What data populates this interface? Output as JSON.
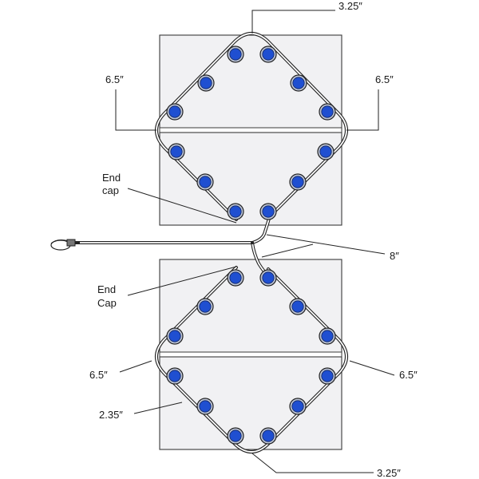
{
  "labels": {
    "top_dim": "3.25″",
    "top_left_dim": "6.5″",
    "top_right_dim": "6.5″",
    "top_end_cap_line1": "End",
    "top_end_cap_line2": "cap",
    "lead_dim": "8″",
    "bottom_end_cap_line1": "End",
    "bottom_end_cap_line2": "Cap",
    "bottom_left_dim": "6.5″",
    "bottom_right_dim": "6.5″",
    "bottom_diag_dim": "2.35″",
    "bottom_dim": "3.25″"
  },
  "colors": {
    "led_fill": "#1f4fd1",
    "led_ring": "#bcc4d6",
    "panel": "#f1f1f3"
  }
}
